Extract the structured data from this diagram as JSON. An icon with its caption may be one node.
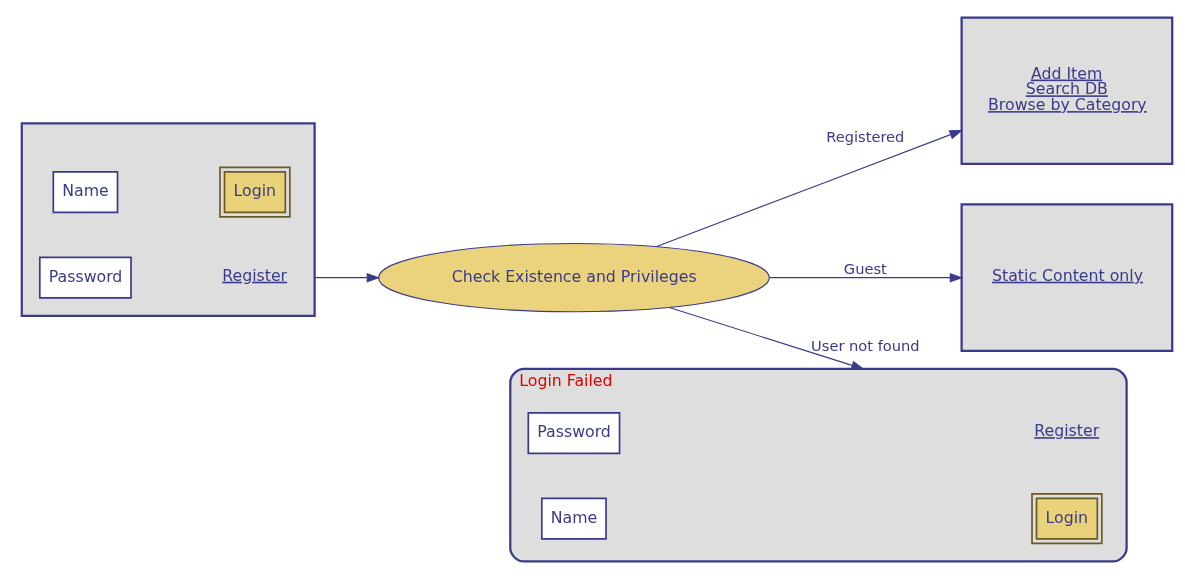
{
  "diagram": {
    "nodes": [
      {
        "text": [],
        "shape": "box"
      },
      {
        "text": [
          "Name"
        ],
        "in": 0
      },
      {
        "text": [
          "Login"
        ],
        "in": 0
      },
      {
        "text": [
          "Password"
        ],
        "in": 0
      },
      {
        "text": [
          "Register"
        ],
        "in": 0
      },
      {
        "text": [
          "Check Existence and Privileges"
        ]
      },
      {
        "text": [
          "Add Item",
          "Search DB",
          "Browse by Category"
        ]
      },
      {
        "text": [
          "Login Failed"
        ]
      },
      {
        "text": [
          "Name"
        ],
        "in": 7
      },
      {
        "text": [
          "Login"
        ],
        "in": 7
      },
      {
        "text": [
          "Password"
        ],
        "in": 7
      },
      {
        "text": [
          "Register"
        ],
        "in": 7
      },
      {
        "text": [
          "Static Content only"
        ]
      }
    ],
    "edges": [
      {
        "from": 0,
        "to": 5,
        "arrow": "to"
      },
      {
        "from": 5,
        "to": 6,
        "arrow": "to",
        "label": "Registered"
      },
      {
        "from": 5,
        "to": 7,
        "arrow": "to",
        "label": "User not found"
      },
      {
        "from": 5,
        "to": 12,
        "arrow": "to",
        "label": "Guest"
      }
    ]
  }
}
